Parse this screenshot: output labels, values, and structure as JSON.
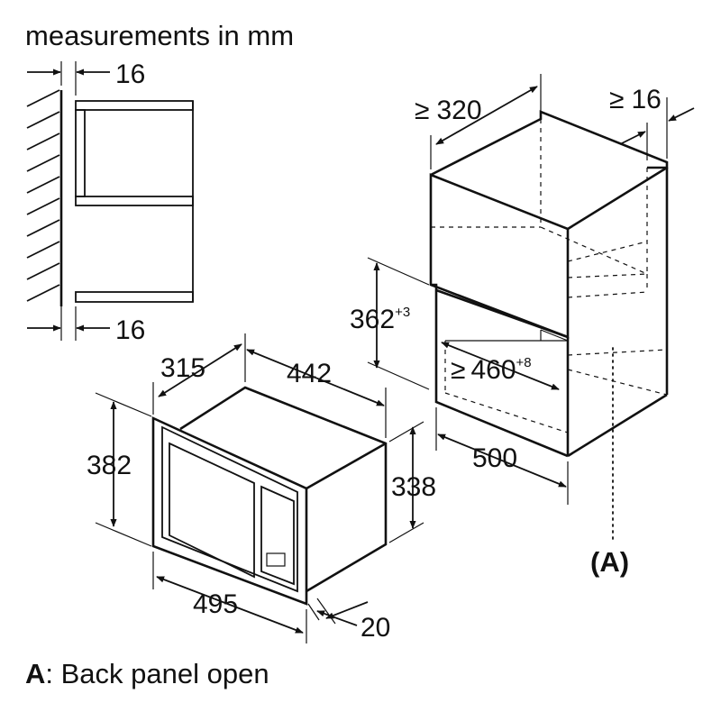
{
  "header": {
    "title": "measurements in mm"
  },
  "side_view": {
    "gap_top": "16",
    "gap_bottom": "16"
  },
  "cabinet": {
    "height": "362",
    "height_tol": "+3",
    "width_prefix": "≥",
    "width": "460",
    "width_tol": "+8",
    "depth": "500",
    "top_depth_prefix": "≥",
    "top_depth": "320",
    "top_gap_prefix": "≥",
    "top_gap": "16",
    "back_label": "(A)"
  },
  "appliance": {
    "depth": "315",
    "body_width": "442",
    "front_height": "382",
    "body_height": "338",
    "front_width": "495",
    "frame_depth": "20"
  },
  "legend": {
    "key": "A",
    "text": ": Back panel open"
  },
  "icons": [
    "hatched-wall-icon",
    "dimension-arrow-icon"
  ]
}
